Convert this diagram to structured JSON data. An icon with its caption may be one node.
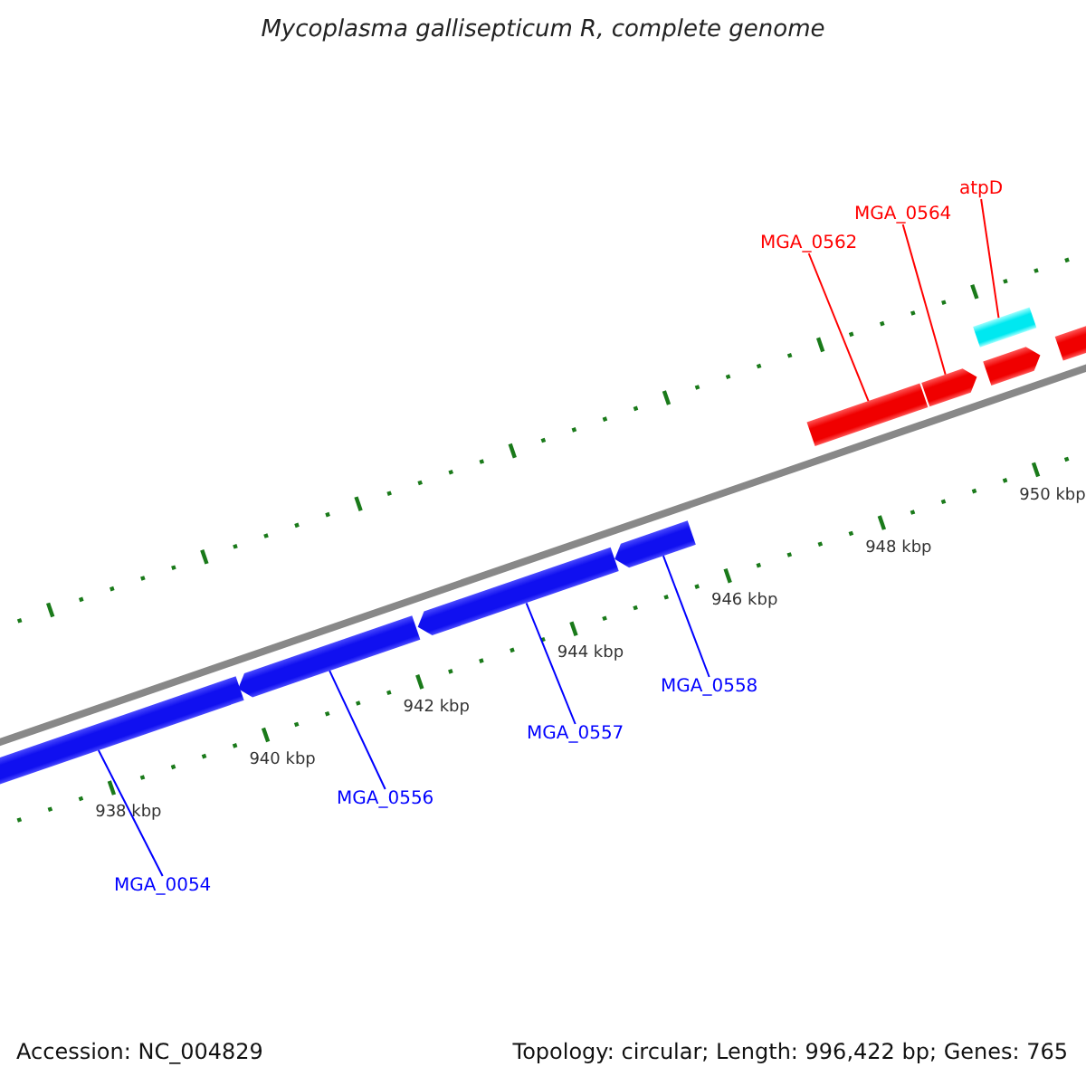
{
  "diagram": {
    "title": "Mycoplasma gallisepticum R, complete genome",
    "nodes": [
      {
        "text": [
          "atpD"
        ]
      },
      {
        "text": [
          "MGA_0564"
        ]
      },
      {
        "text": [
          "MGA_0562"
        ]
      },
      {
        "text": [
          "MGA_0558"
        ]
      },
      {
        "text": [
          "MGA_0557"
        ]
      },
      {
        "text": [
          "MGA_0556"
        ]
      },
      {
        "text": [
          "MGA_0054"
        ]
      },
      {
        "text": [],
        "shape": "bar"
      },
      {
        "text": [],
        "shape": "bar"
      },
      {
        "text": [],
        "shape": "bar"
      },
      {
        "text": [],
        "shape": "bar"
      },
      {
        "text": [],
        "shape": "bar"
      },
      {
        "text": [],
        "shape": "bar"
      },
      {
        "text": [],
        "shape": "bar"
      },
      {
        "text": [],
        "shape": "bar"
      },
      {
        "text": [],
        "shape": "bar"
      }
    ],
    "edges": [
      {
        "from": 0,
        "to": 13,
        "arrow": "none",
        "color": "#ff0000"
      },
      {
        "from": 1,
        "to": 12,
        "arrow": "none",
        "color": "#ff0000"
      },
      {
        "from": 2,
        "to": 11,
        "arrow": "none",
        "color": "#ff0000"
      },
      {
        "from": 3,
        "to": 10,
        "arrow": "none",
        "color": "#0000ff"
      },
      {
        "from": 4,
        "to": 9,
        "arrow": "none",
        "color": "#0000ff"
      },
      {
        "from": 5,
        "to": 8,
        "arrow": "none",
        "color": "#0000ff"
      },
      {
        "from": 6,
        "to": 7,
        "arrow": "none",
        "color": "#0000ff"
      }
    ],
    "labels": [
      "938 kbp",
      "940 kbp",
      "942 kbp",
      "944 kbp",
      "946 kbp",
      "948 kbp",
      "950 kbp",
      "Accession: NC_004829",
      "Topology: circular; Length: 996,422 bp; Genes: 765"
    ]
  }
}
